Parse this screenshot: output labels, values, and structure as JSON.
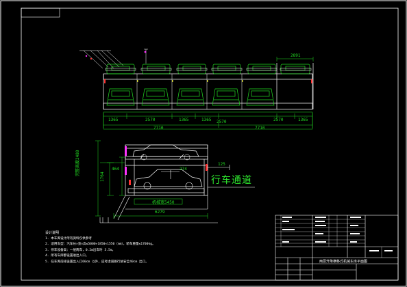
{
  "colors": {
    "background": "#000000",
    "frame": "#ffffff",
    "car": "#22dd22",
    "dimension": "#22dd22",
    "structure": "#ffffff",
    "accent_red": "#ff3333",
    "accent_magenta": "#ff33ff",
    "accent_yellow": "#e0e040"
  },
  "plan_view": {
    "top_dimension": "2891",
    "bottom_dimensions": [
      "1365",
      "2570",
      "1365",
      "1365",
      "2570",
      "2570",
      "1365"
    ],
    "totals": [
      "7710",
      "7710"
    ]
  },
  "elevation_view": {
    "height_label": "完整高度2480",
    "level_height": "1764",
    "small_dim": "464",
    "mid_dim": "274",
    "lane_offset": "125",
    "pit_width_label": "机械宽5450",
    "overall_width": "6279",
    "lane_label": "行车通道"
  },
  "notes": {
    "title": "设计说明",
    "items": [
      "1. 本车库设计所有资料仅供参考",
      "2. 适用车型：汽车长×宽×高≤5000×1850×1550（mm），轿车重量≤1700kg。",
      "3. 停车设备高：一层两车，0.2m出车时 3.5m。",
      "4. 所有车库都设置进出入口。",
      "5. 在车库前排设置出入口60cm 以外，应考虑道路行驶安全40cm 出口。"
    ]
  },
  "title_block": {
    "project_title": "两层升降横移式机械车库平面图"
  }
}
